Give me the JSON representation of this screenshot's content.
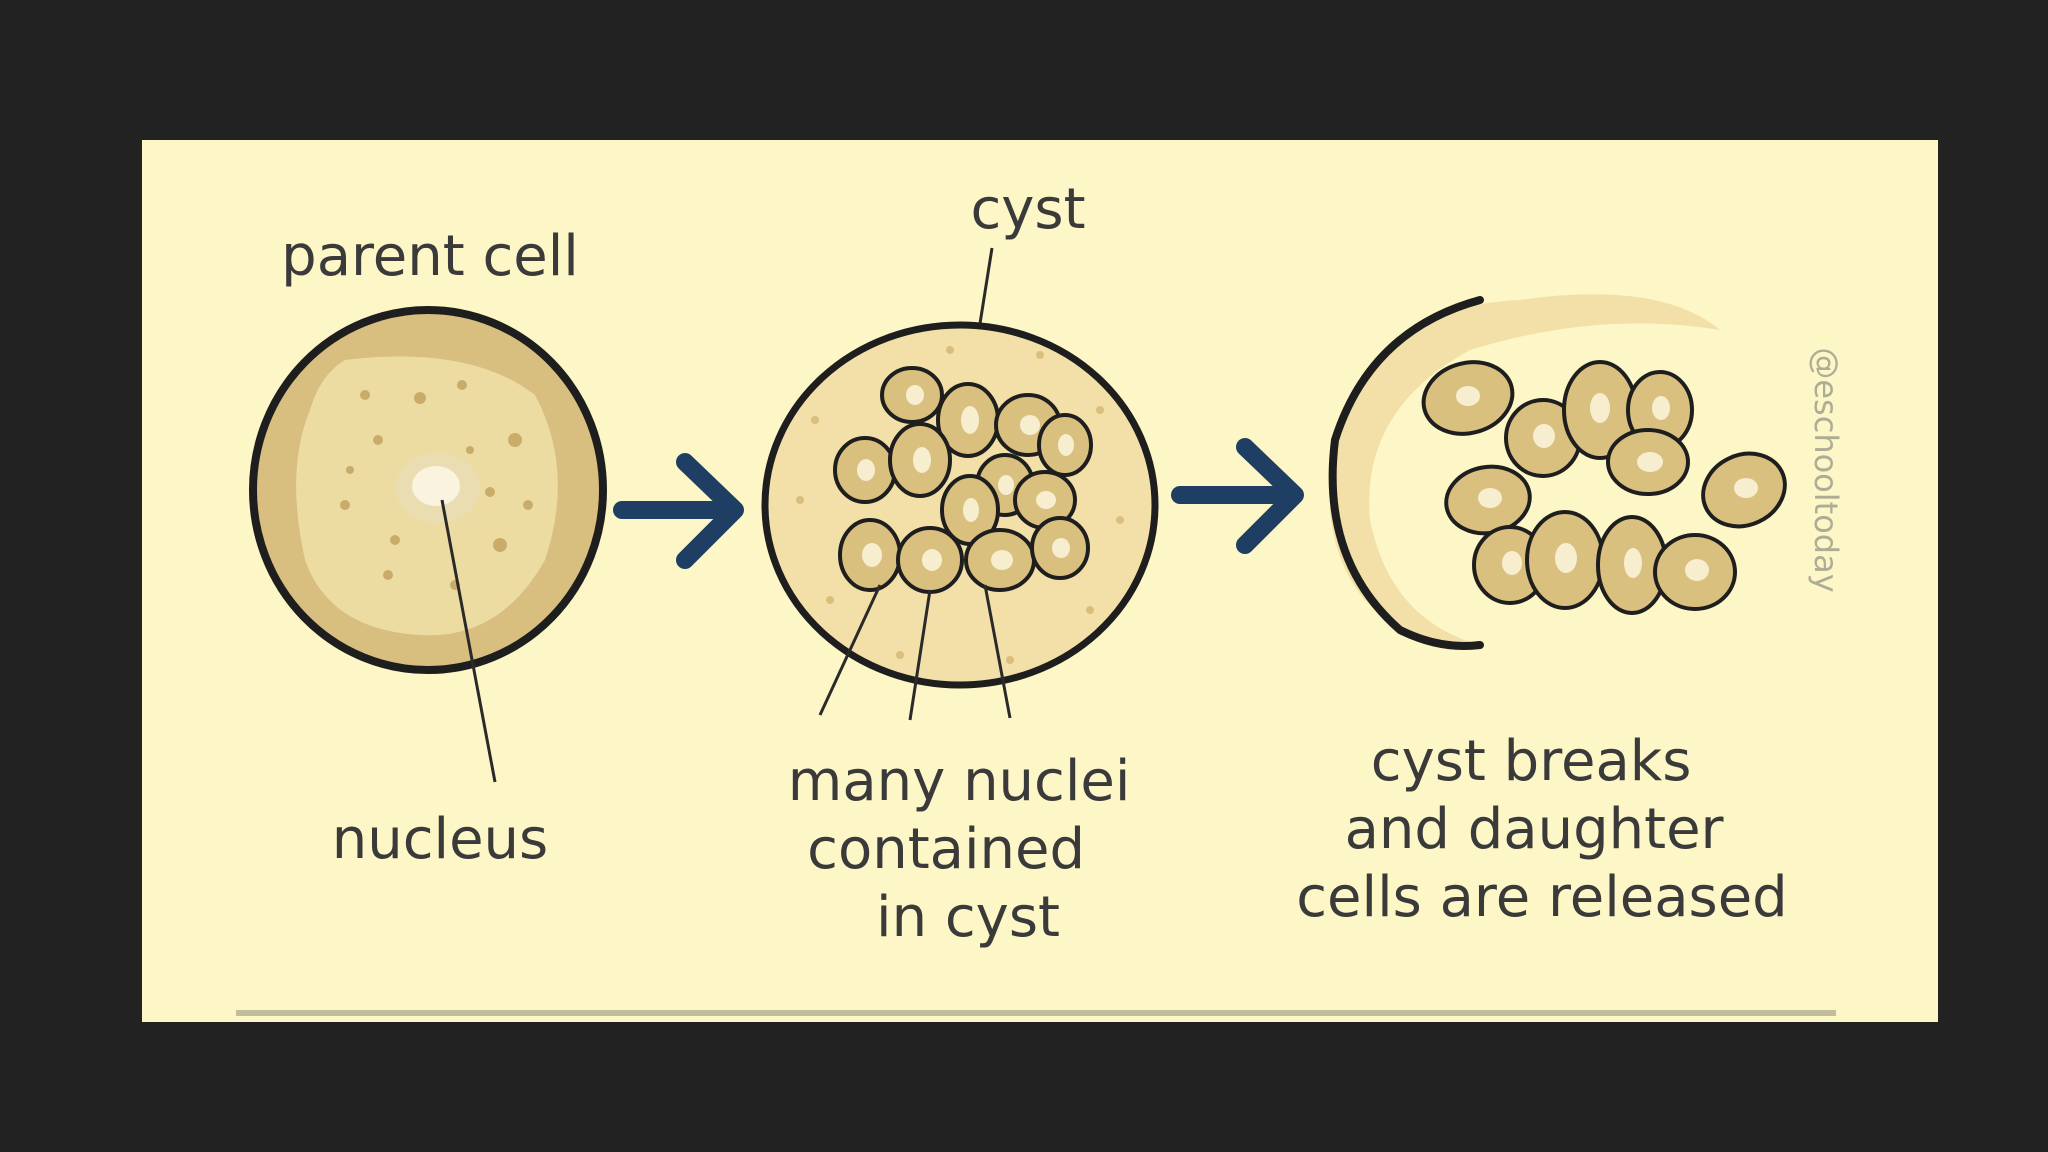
{
  "diagram": {
    "title": "",
    "stage1": {
      "label": "parent cell",
      "pointer_label": "nucleus"
    },
    "stage2": {
      "top_label": "cyst",
      "bottom_label_lines": [
        "many nuclei",
        "contained",
        "in cyst"
      ]
    },
    "stage3": {
      "bottom_label_lines": [
        "cyst breaks",
        "and daughter",
        "cells are released"
      ]
    },
    "watermark": "@eschooltoday",
    "cutoff_caption": "",
    "colors": {
      "backdrop": "#222222",
      "panel": "#FDF6C6",
      "cell_outer": "#D8BE7F",
      "cell_inner": "#EDDCA2",
      "nucleus": "#D9C07E",
      "nucleus_spot": "#FAF3DF",
      "outline": "#1E1E1E",
      "arrow": "#1F3E63",
      "label_text": "#3A3A3A"
    }
  }
}
